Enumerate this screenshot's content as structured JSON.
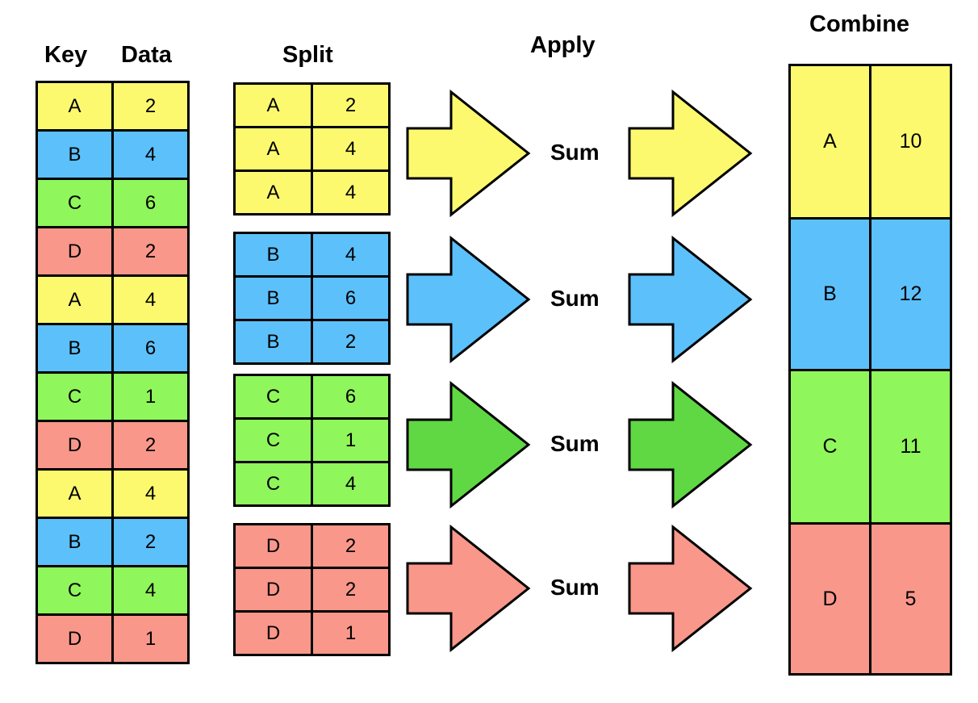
{
  "headers": {
    "key": "Key",
    "data": "Data",
    "split": "Split",
    "apply": "Apply",
    "combine": "Combine"
  },
  "colors": {
    "A": "#fdf96f",
    "B": "#5cc0fb",
    "C": "#8ff65b",
    "D": "#f8978a"
  },
  "arrow_colors": {
    "A": "#fdf96f",
    "B": "#5cc0fb",
    "C": "#5fd843",
    "D": "#f8978a"
  },
  "original": [
    {
      "key": "A",
      "value": "2"
    },
    {
      "key": "B",
      "value": "4"
    },
    {
      "key": "C",
      "value": "6"
    },
    {
      "key": "D",
      "value": "2"
    },
    {
      "key": "A",
      "value": "4"
    },
    {
      "key": "B",
      "value": "6"
    },
    {
      "key": "C",
      "value": "1"
    },
    {
      "key": "D",
      "value": "2"
    },
    {
      "key": "A",
      "value": "4"
    },
    {
      "key": "B",
      "value": "2"
    },
    {
      "key": "C",
      "value": "4"
    },
    {
      "key": "D",
      "value": "1"
    }
  ],
  "groups": [
    {
      "key": "A",
      "rows": [
        {
          "key": "A",
          "value": "2"
        },
        {
          "key": "A",
          "value": "4"
        },
        {
          "key": "A",
          "value": "4"
        }
      ],
      "op": "Sum"
    },
    {
      "key": "B",
      "rows": [
        {
          "key": "B",
          "value": "4"
        },
        {
          "key": "B",
          "value": "6"
        },
        {
          "key": "B",
          "value": "2"
        }
      ],
      "op": "Sum"
    },
    {
      "key": "C",
      "rows": [
        {
          "key": "C",
          "value": "6"
        },
        {
          "key": "C",
          "value": "1"
        },
        {
          "key": "C",
          "value": "4"
        }
      ],
      "op": "Sum"
    },
    {
      "key": "D",
      "rows": [
        {
          "key": "D",
          "value": "2"
        },
        {
          "key": "D",
          "value": "2"
        },
        {
          "key": "D",
          "value": "1"
        }
      ],
      "op": "Sum"
    }
  ],
  "combined": [
    {
      "key": "A",
      "value": "10"
    },
    {
      "key": "B",
      "value": "12"
    },
    {
      "key": "C",
      "value": "11"
    },
    {
      "key": "D",
      "value": "5"
    }
  ]
}
